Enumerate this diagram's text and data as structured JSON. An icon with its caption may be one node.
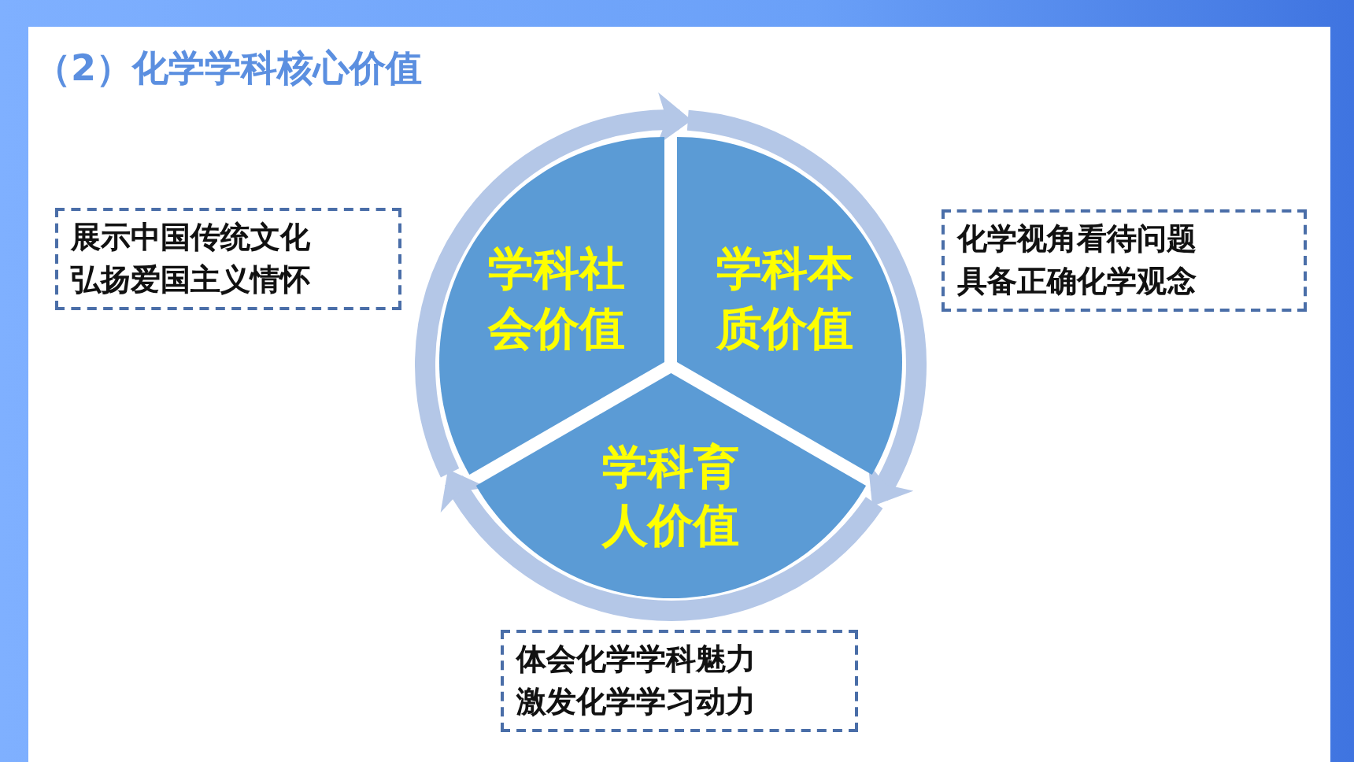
{
  "diagram": {
    "title": "（2）化学学科核心价值",
    "nodes": [
      {
        "text": [
          "学科社会价值"
        ]
      },
      {
        "text": [
          "学科本质价值"
        ]
      },
      {
        "text": [
          "学科育人价值"
        ]
      },
      {
        "text": [
          "展示中国传统文化",
          "弘扬爱国主义情怀"
        ]
      },
      {
        "text": [
          "化学视角看待问题",
          "具备正确化学观念"
        ]
      },
      {
        "text": [
          "体会化学学科魅力",
          "激发化学学习动力"
        ]
      }
    ],
    "edges": [
      {
        "from": 0,
        "to": 1,
        "arrow": "to"
      },
      {
        "from": 1,
        "to": 2,
        "arrow": "to"
      },
      {
        "from": 2,
        "to": 0,
        "arrow": "to"
      }
    ]
  }
}
